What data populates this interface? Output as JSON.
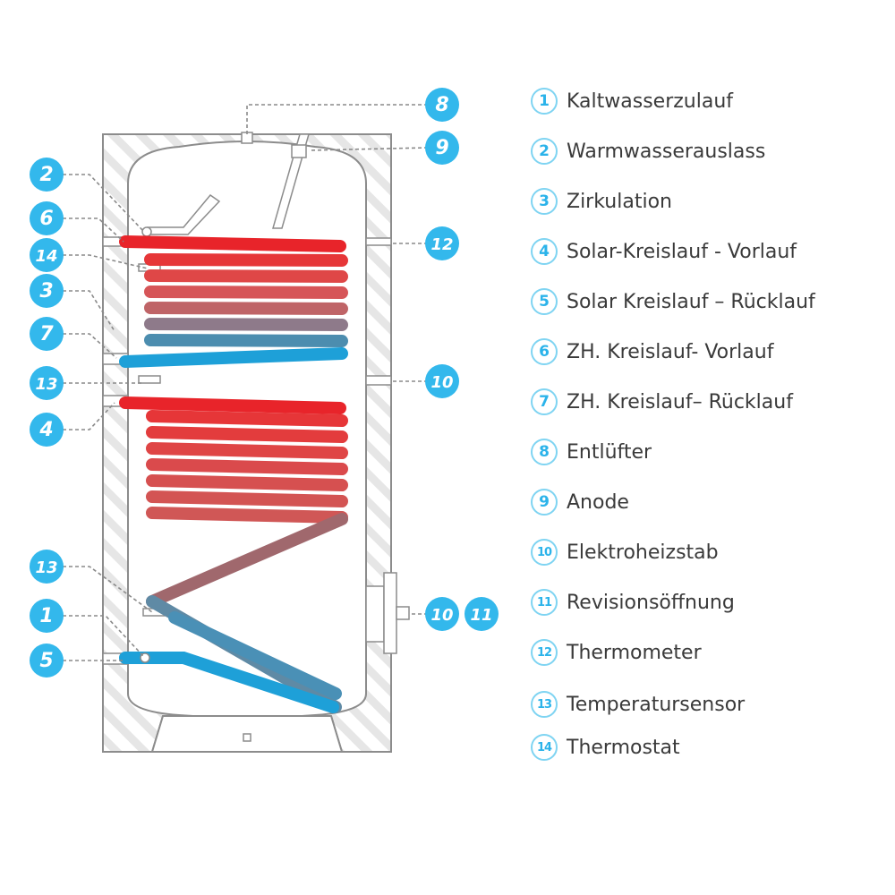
{
  "legend": [
    {
      "num": "1",
      "label": "Kaltwasserzulauf"
    },
    {
      "num": "2",
      "label": "Warmwasserauslass"
    },
    {
      "num": "3",
      "label": "Zirkulation"
    },
    {
      "num": "4",
      "label": "Solar-Kreislauf - Vorlauf"
    },
    {
      "num": "5",
      "label": "Solar Kreislauf – Rücklauf"
    },
    {
      "num": "6",
      "label": "ZH. Kreislauf- Vorlauf"
    },
    {
      "num": "7",
      "label": "ZH. Kreislauf– Rücklauf"
    },
    {
      "num": "8",
      "label": "Entlüfter"
    },
    {
      "num": "9",
      "label": "Anode"
    },
    {
      "num": "10",
      "label": "Elektroheizstab"
    },
    {
      "num": "11",
      "label": "Revisionsöffnung"
    },
    {
      "num": "12",
      "label": "Thermometer"
    },
    {
      "num": "13",
      "label": "Temperatursensor"
    },
    {
      "num": "14",
      "label": "Thermostat"
    }
  ],
  "callouts": {
    "left": [
      "2",
      "6",
      "14",
      "3",
      "7",
      "13",
      "4",
      "13",
      "1",
      "5"
    ],
    "right": [
      "8",
      "9",
      "12",
      "10",
      "10",
      "11"
    ]
  },
  "colors": {
    "hot": "#e8242a",
    "cold": "#1ea0d8",
    "badge": "#33b8ec",
    "hatch": "#e4e4e4",
    "outline": "#8c8c8c"
  }
}
